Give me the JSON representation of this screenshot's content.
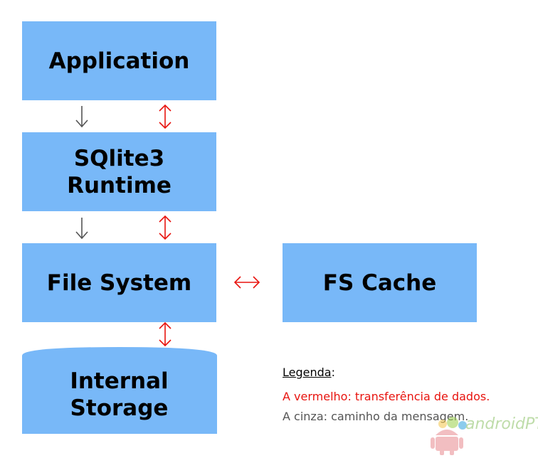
{
  "diagram": {
    "boxes": {
      "application": "Application",
      "runtime": "SQlite3\nRuntime",
      "file_system": "File System",
      "fs_cache": "FS Cache",
      "storage": "Internal\nStorage"
    },
    "legend": {
      "title": "Legenda",
      "colon": ":",
      "red": "A vermelho: transferência de dados.",
      "gray": "A cinza: caminho da mensagem."
    },
    "colors": {
      "box": "#78b8f8",
      "red": "#e8140f",
      "gray": "#555555"
    },
    "watermark": {
      "text": "androidPT"
    }
  }
}
